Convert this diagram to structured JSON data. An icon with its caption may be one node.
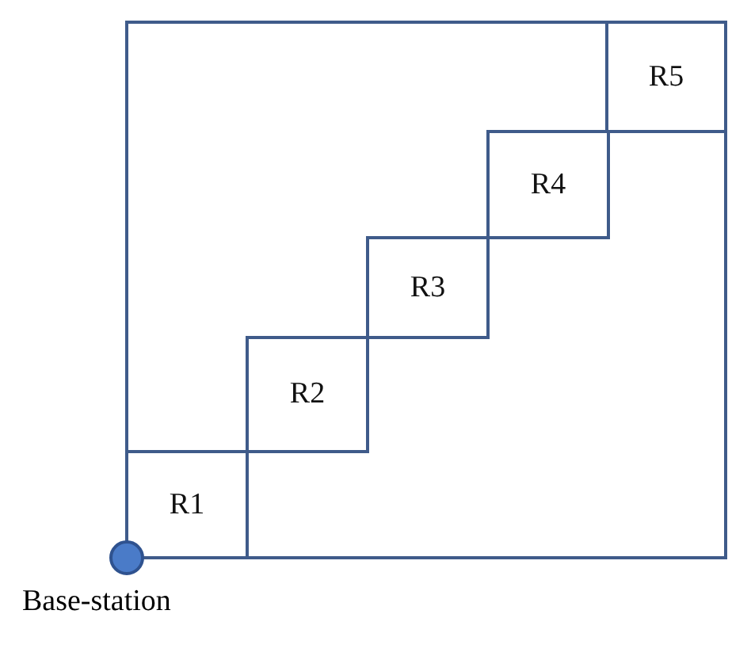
{
  "diagram": {
    "nodes": [
      {
        "text": [],
        "shape": "box"
      },
      {
        "text": [
          "R1"
        ],
        "in": 0
      },
      {
        "text": [
          "R2"
        ],
        "in": 0
      },
      {
        "text": [
          "R3"
        ],
        "in": 0
      },
      {
        "text": [
          "R4"
        ],
        "in": 0
      },
      {
        "text": [
          "R5"
        ],
        "in": 0
      },
      {
        "text": [
          "Base-station"
        ]
      }
    ]
  }
}
